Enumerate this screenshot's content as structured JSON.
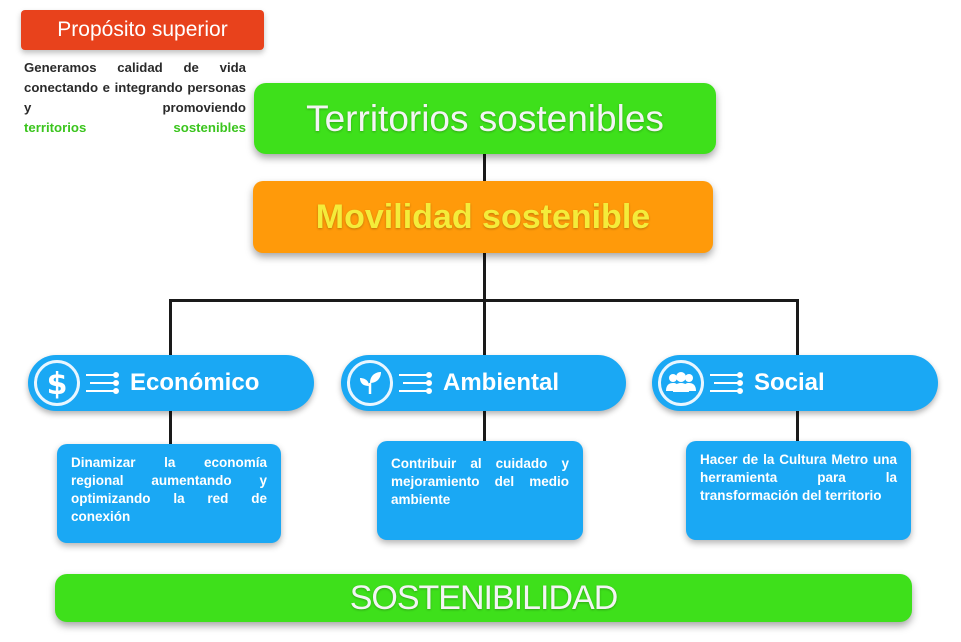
{
  "purpose": {
    "tag": "Propósito superior",
    "text": "Generamos calidad de vida conectando e integrando personas y promoviendo",
    "highlight": "territorios sostenibles"
  },
  "title": "Territorios sostenibles",
  "mobility": "Movilidad sostenible",
  "pillars": [
    {
      "label": "Económico",
      "icon": "dollar-icon",
      "description": "Dinamizar la economía regional aumentando y optimizando la red de conexión"
    },
    {
      "label": "Ambiental",
      "icon": "leaf-icon",
      "description": "Contribuir al cuidado y mejoramiento del medio ambiente"
    },
    {
      "label": "Social",
      "icon": "people-icon",
      "description": "Hacer de la Cultura Metro una herramienta para la transformación del territorio"
    }
  ],
  "footer": "SOSTENIBILIDAD",
  "colors": {
    "green": "#3ee01b",
    "orange": "#ff9a0a",
    "blue": "#1aa8f4",
    "red": "#e8421c",
    "highlight": "#3bc51e"
  }
}
